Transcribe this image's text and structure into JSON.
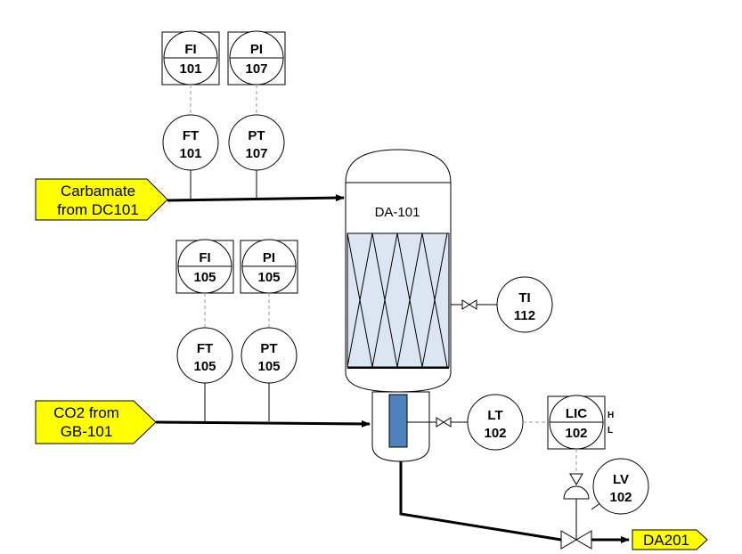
{
  "streams": {
    "carbamate": {
      "line1": "Carbamate",
      "line2": "from DC101"
    },
    "co2": {
      "line1": "CO2 from",
      "line2": "GB-101"
    },
    "outlet": {
      "label": "DA201"
    }
  },
  "vessel": {
    "label": "DA-101"
  },
  "instruments": {
    "fi101": {
      "code": "FI",
      "num": "101"
    },
    "pi107": {
      "code": "PI",
      "num": "107"
    },
    "ft101": {
      "code": "FT",
      "num": "101"
    },
    "pt107": {
      "code": "PT",
      "num": "107"
    },
    "fi105": {
      "code": "FI",
      "num": "105"
    },
    "pi105": {
      "code": "PI",
      "num": "105"
    },
    "ft105": {
      "code": "FT",
      "num": "105"
    },
    "pt105": {
      "code": "PT",
      "num": "105"
    },
    "ti112": {
      "code": "TI",
      "num": "112"
    },
    "lt102": {
      "code": "LT",
      "num": "102"
    },
    "lic102": {
      "code": "LIC",
      "num": "102",
      "high": "H",
      "low": "L"
    },
    "lv102": {
      "code": "LV",
      "num": "102"
    }
  },
  "colors": {
    "stream_fill": "#ffff00",
    "packing_fill": "#dce6f2",
    "level_fill": "#4f81bd"
  }
}
